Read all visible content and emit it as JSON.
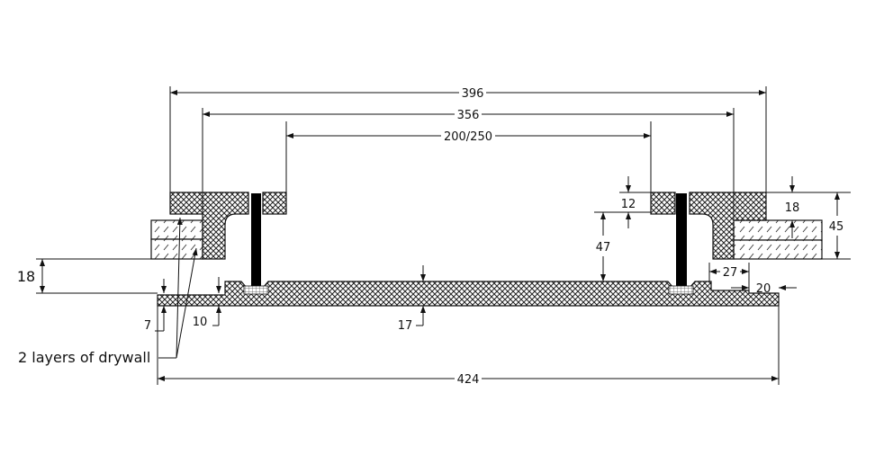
{
  "drawing": {
    "dimensions": {
      "overall_frame": "396",
      "inner_frame": "356",
      "opening": "200/250",
      "panel_width": "424",
      "flange_thickness": "12",
      "bolt_clearance": "47",
      "drywall_offset_top": "18",
      "frame_depth": "45",
      "step_width": "27",
      "lip_width": "20",
      "left_gap": "18",
      "lip_thickness": "7",
      "edge_thickness": "10",
      "panel_thickness": "17"
    },
    "labels": {
      "drywall": "2 layers of drywall"
    },
    "colors": {
      "line": "#111111",
      "bolt": "#000000"
    }
  }
}
